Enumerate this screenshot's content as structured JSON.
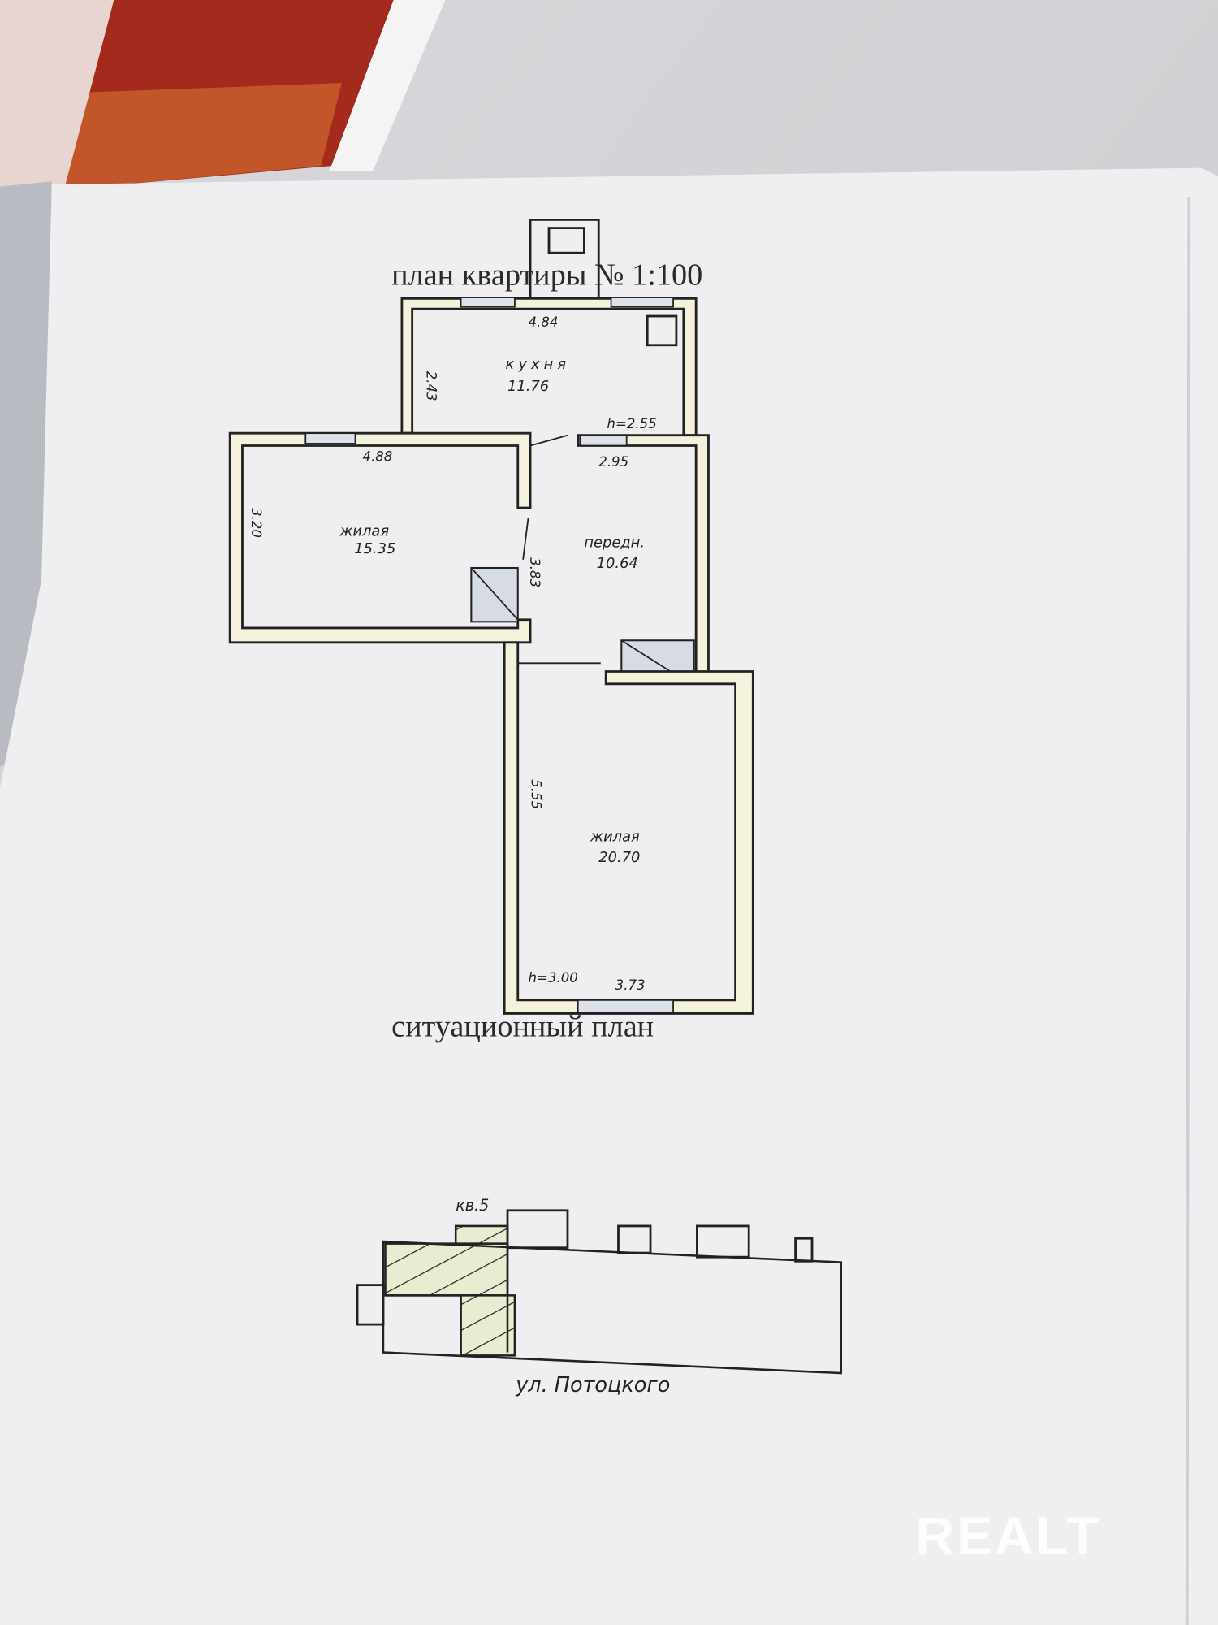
{
  "document": {
    "title": "план квартиры № 1:100",
    "situation_title": "ситуационный план"
  },
  "rooms": [
    {
      "name": "кухня",
      "area": "11.76",
      "width": "4.84",
      "depth": "2.43",
      "height": "h=2.55"
    },
    {
      "name": "жилая",
      "area": "15.35",
      "width": "4.88",
      "depth": "3.20"
    },
    {
      "name": "передн.",
      "area": "10.64",
      "width": "2.95",
      "depth": "3.83"
    },
    {
      "name": "жилая",
      "area": "20.70",
      "width": "3.73",
      "depth": "5.55",
      "height": "h=3.00"
    }
  ],
  "situation": {
    "apartment_label": "кв.5",
    "street_label": "ул. Потоцкого"
  },
  "watermark": "REALT",
  "colors": {
    "paper": "#f0f0f2",
    "wall_fill": "#f4f1dc",
    "hatch_fill": "#e8ecd0",
    "watermark": "#ffffff"
  }
}
